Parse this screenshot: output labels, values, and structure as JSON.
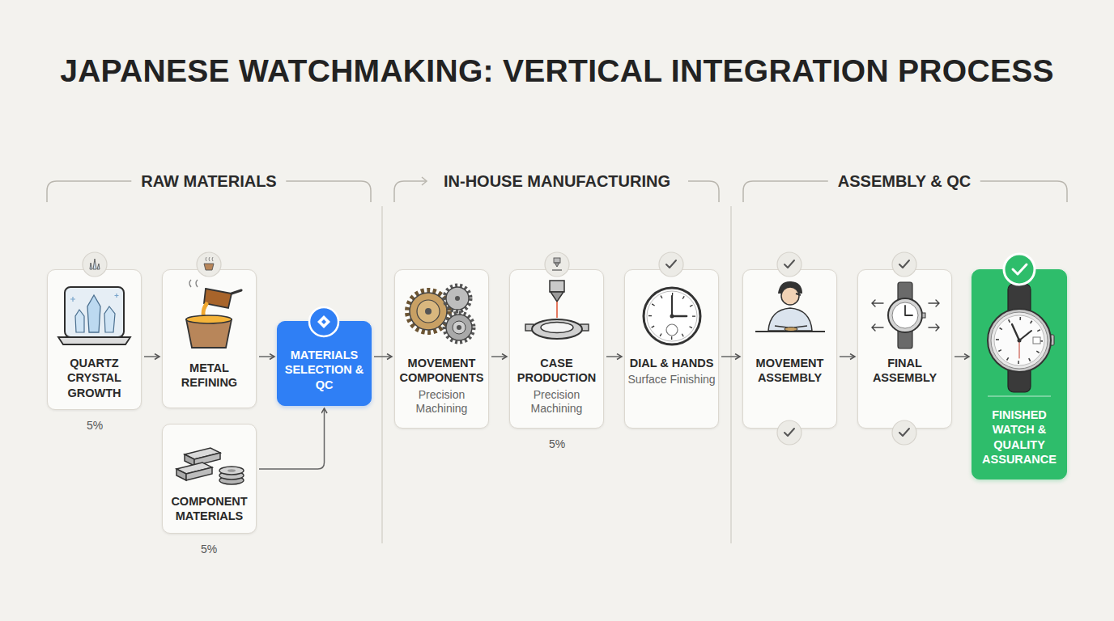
{
  "diagram": {
    "title": "JAPANESE WATCHMAKING: VERTICAL INTEGRATION PROCESS",
    "nodes": [
      {
        "text": [
          "QUARTZ CRYSTAL GROWTH"
        ]
      },
      {
        "text": [
          "METAL REFINING"
        ]
      },
      {
        "text": [
          "COMPONENT MATERIALS"
        ]
      },
      {
        "text": [
          "MATERIALS SELECTION & QC"
        ]
      },
      {
        "text": [
          "MOVEMENT COMPONENTS",
          "Precision Machining"
        ]
      },
      {
        "text": [
          "CASE PRODUCTION",
          "Precision Machining"
        ]
      },
      {
        "text": [
          "DIAL & HANDS",
          "Surface Finishing"
        ]
      },
      {
        "text": [
          "MOVEMENT ASSEMBLY"
        ]
      },
      {
        "text": [
          "FINAL ASSEMBLY"
        ]
      },
      {
        "text": [
          "FINISHED WATCH & QUALITY ASSURANCE"
        ]
      }
    ],
    "edges": [
      {
        "from": 0,
        "to": 1,
        "arrow": "to"
      },
      {
        "from": 1,
        "to": 3,
        "arrow": "to"
      },
      {
        "from": 2,
        "to": 3,
        "arrow": "to"
      },
      {
        "from": 3,
        "to": 4,
        "arrow": "to"
      },
      {
        "from": 4,
        "to": 5,
        "arrow": "to"
      },
      {
        "from": 5,
        "to": 6,
        "arrow": "to"
      },
      {
        "from": 6,
        "to": 7,
        "arrow": "to"
      },
      {
        "from": 7,
        "to": 8,
        "arrow": "to"
      },
      {
        "from": 8,
        "to": 9,
        "arrow": "to"
      }
    ],
    "labels": [
      "RAW MATERIALS",
      "IN-HOUSE MANUFACTURING",
      "ASSEMBLY & QC",
      "5%",
      "5%",
      "5%"
    ]
  }
}
